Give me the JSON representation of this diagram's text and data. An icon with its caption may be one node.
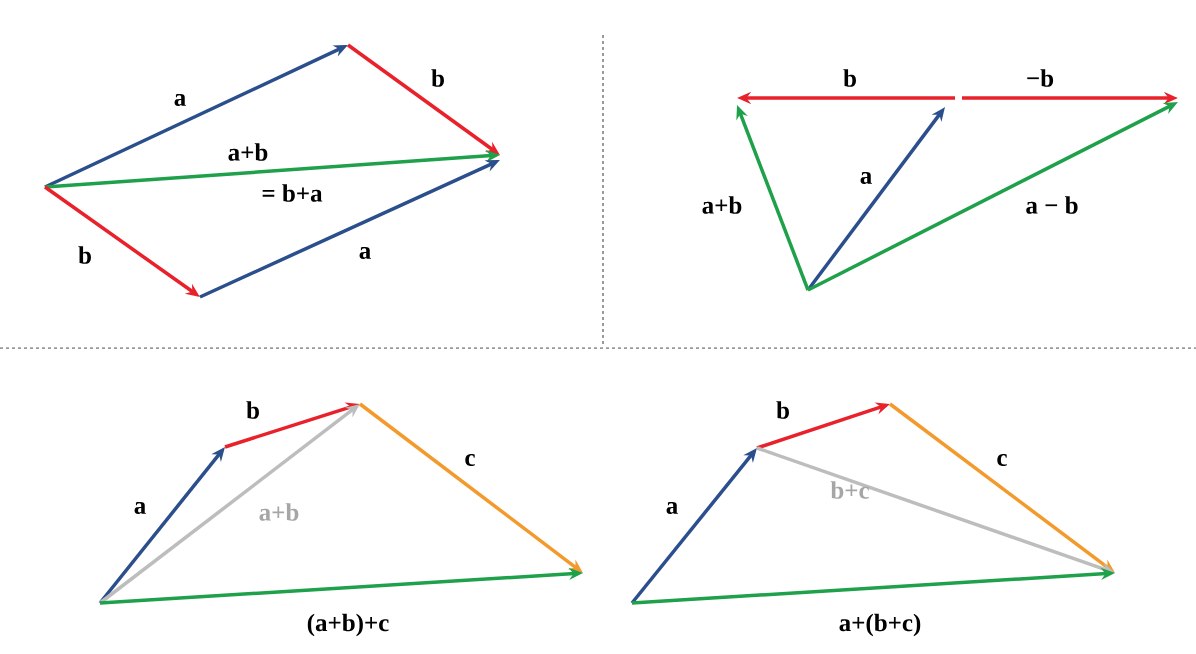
{
  "diagram": {
    "labels": [
      "a",
      "b",
      "a+b",
      "= b+a",
      "b",
      "a",
      "b",
      "−b",
      "a",
      "a+b",
      "a − b",
      "b",
      "c",
      "a",
      "a+b",
      "(a+b)+c",
      "b",
      "c",
      "a",
      "b+c",
      "a+(b+c)"
    ]
  }
}
